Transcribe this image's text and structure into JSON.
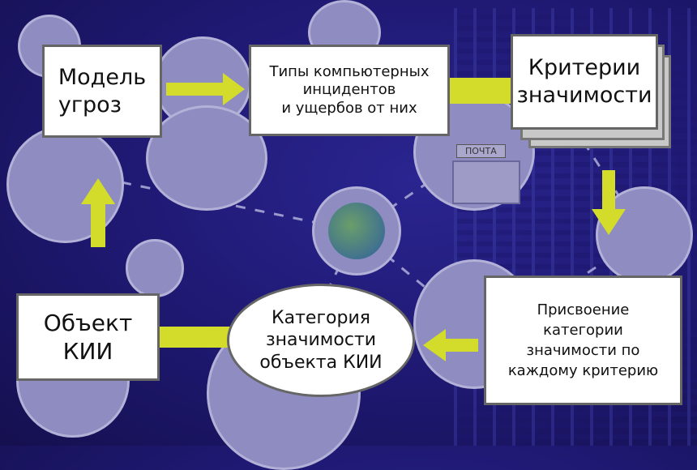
{
  "nodes": {
    "threat_model": "Модель\nугроз",
    "incident_types": "Типы компьютерных\nинцидентов\nи ущербов от них",
    "criteria": "Критерии\nзначимости",
    "assignment": "Присвоение\nкатегории\nзначимости по\nкаждому критерию",
    "category": "Категория\nзначимости\nобъекта КИИ",
    "object": "Объект\nКИИ"
  },
  "illustrations": {
    "post_office_sign": "ПОЧТА"
  },
  "colors": {
    "background": "#1e1870",
    "circle": "#8e8cc0",
    "arrow": "#d3dc2a",
    "box_border": "#666666"
  }
}
